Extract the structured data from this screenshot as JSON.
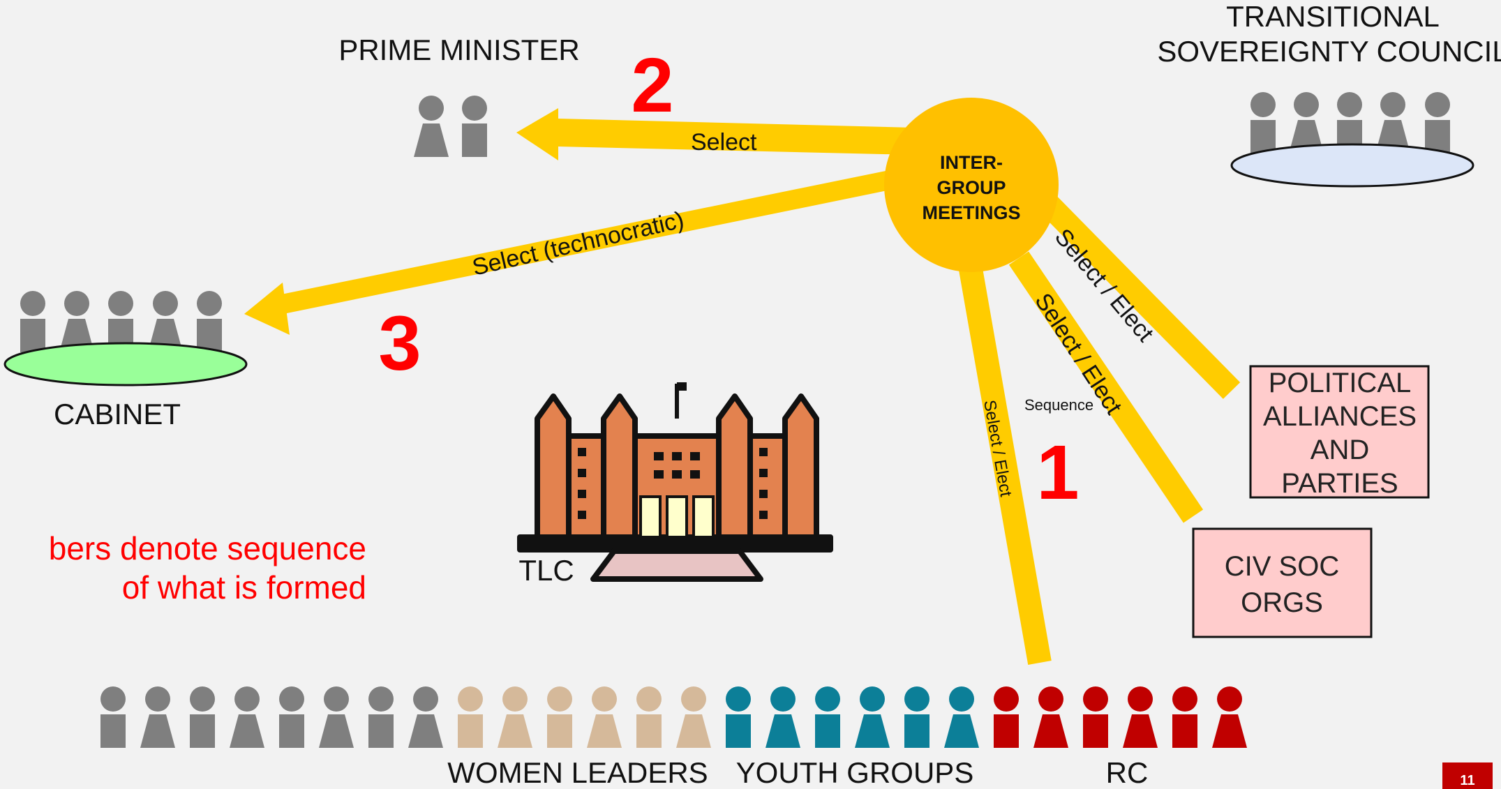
{
  "prime_minister": "PRIME MINISTER",
  "tsc": {
    "line1": "TRANSITIONAL",
    "line2": "SOVEREIGNTY COUNCIL"
  },
  "cabinet": "CABINET",
  "tlc": "TLC",
  "hub": {
    "line1": "INTER-",
    "line2": "GROUP",
    "line3": "MEETINGS"
  },
  "arrows": {
    "select": "Select",
    "select_tech": "Select (technocratic)",
    "select_elect": "Select / Elect"
  },
  "numbers": {
    "one": "1",
    "two": "2",
    "three": "3"
  },
  "sequence_label": "Sequence",
  "note": {
    "line1": "bers denote sequence",
    "line2": "of what is formed"
  },
  "boxes": {
    "political": [
      "POLITICAL",
      "ALLIANCES",
      "AND",
      "PARTIES"
    ],
    "civsoc": [
      "CIV SOC",
      "ORGS"
    ]
  },
  "groups": {
    "women": "WOMEN LEADERS",
    "youth": "YOUTH GROUPS",
    "rc": "RC"
  },
  "page_number": "11",
  "colors": {
    "arrow": "#ffcc00",
    "hub": "#ffc000",
    "grey_people": "#7f7f7f",
    "women": "#d5b99a",
    "youth": "#0c7f98",
    "rc": "#c00000",
    "box_fill": "#ffcccc",
    "cabinet_table": "#99ff99",
    "tsc_table": "#dce6f8",
    "building": "#e3824f"
  }
}
